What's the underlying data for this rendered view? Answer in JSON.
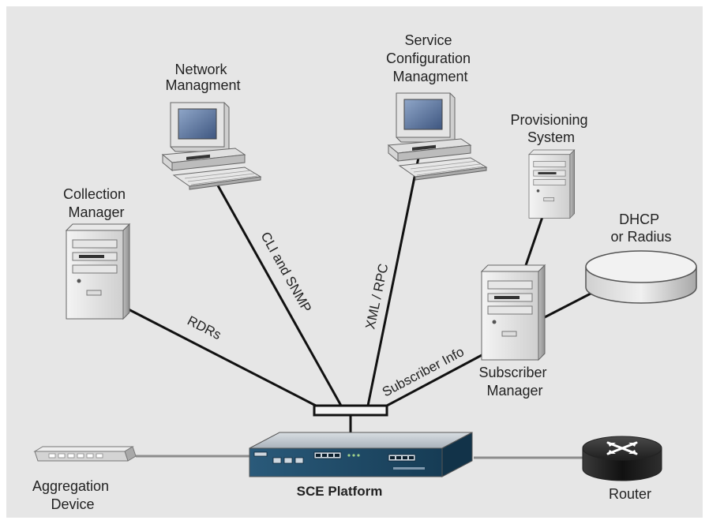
{
  "labels": {
    "network_mgmt": [
      "Network",
      "Managment"
    ],
    "service_config": [
      "Service",
      "Configuration",
      "Managment"
    ],
    "provisioning": [
      "Provisioning",
      "System"
    ],
    "collection_mgr": [
      "Collection",
      "Manager"
    ],
    "dhcp": [
      "DHCP",
      "or Radius"
    ],
    "subscriber_mgr": [
      "Subscriber",
      "Manager"
    ],
    "aggregation": [
      "Aggregation",
      "Device"
    ],
    "sce_platform": "SCE Platform",
    "router": "Router"
  },
  "connections": {
    "rdrs": "RDRs",
    "cli_snmp": "CLI and SNMP",
    "xml_rpc": "XML / RPC",
    "subscriber_info": "Subscriber Info"
  },
  "colors": {
    "background": "#e6e6e6",
    "frame": "#ffffff",
    "line": "#111111",
    "platform": "#1e4a66",
    "router": "#2b2b2b"
  },
  "icons": [
    "workstation-icon",
    "server-tower-icon",
    "database-icon",
    "router-icon",
    "switch-icon",
    "sce-platform-icon"
  ]
}
